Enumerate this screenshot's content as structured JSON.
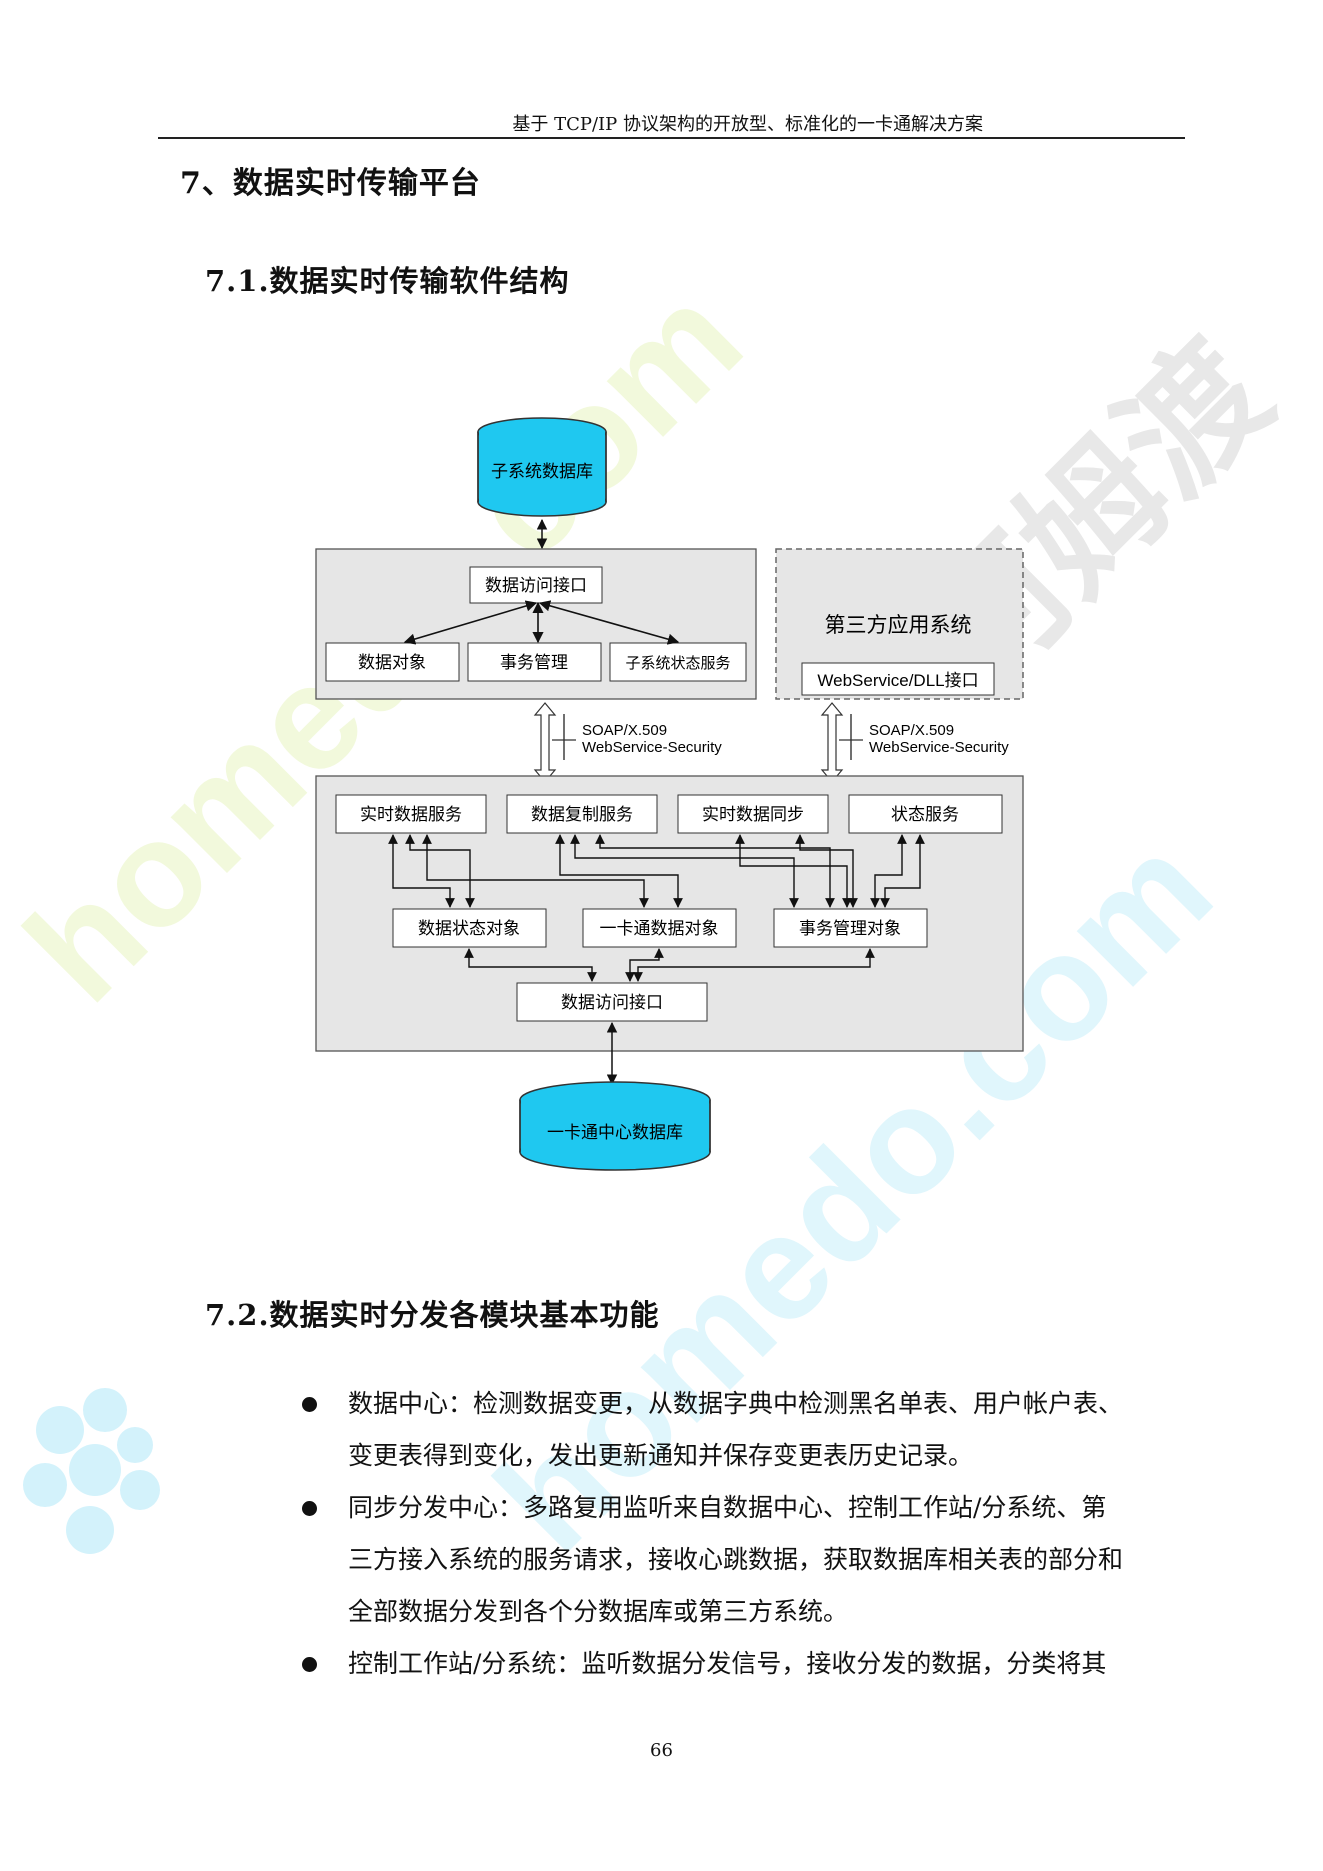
{
  "header": {
    "title": "基于 TCP/IP 协议架构的开放型、标准化的一卡通解决方案"
  },
  "section": {
    "title": "7、数据实时传输平台"
  },
  "subsection1": {
    "title": "7.1.数据实时传输软件结构"
  },
  "diagram": {
    "subsystem_db": "子系统数据库",
    "data_access_top": "数据访问接口",
    "data_object": "数据对象",
    "transaction_mgmt": "事务管理",
    "subsystem_status_service": "子系统状态服务",
    "third_party_title": "第三方应用系统",
    "third_party_interface": "WebService/DLL接口",
    "protocol_left_1": "SOAP/X.509",
    "protocol_left_2": "WebService-Security",
    "protocol_right_1": "SOAP/X.509",
    "protocol_right_2": "WebService-Security",
    "realtime_data_service": "实时数据服务",
    "data_replication_service": "数据复制服务",
    "realtime_data_sync": "实时数据同步",
    "status_service": "状态服务",
    "data_status_object": "数据状态对象",
    "card_data_object": "一卡通数据对象",
    "transaction_mgmt_object": "事务管理对象",
    "data_access_bottom": "数据访问接口",
    "center_db": "一卡通中心数据库",
    "colors": {
      "db_fill": "#1fc8f0",
      "panel_fill": "#e6e6e6"
    }
  },
  "subsection2": {
    "title": "7.2.数据实时分发各模块基本功能"
  },
  "bullets": [
    {
      "line1": "数据中心：检测数据变更，从数据字典中检测黑名单表、用户帐户表、",
      "line2": "变更表得到变化，发出更新通知并保存变更表历史记录。"
    },
    {
      "line1": "同步分发中心：多路复用监听来自数据中心、控制工作站/分系统、第",
      "line2": "三方接入系统的服务请求，接收心跳数据，获取数据库相关表的部分和",
      "line3": "全部数据分发到各个分数据库或第三方系统。"
    },
    {
      "line1": "控制工作站/分系统：监听数据分发信号，接收分发的数据，分类将其"
    }
  ],
  "footer": {
    "page_number": "66"
  },
  "watermark": {
    "text1": "homedo.com",
    "text2": "河姆渡",
    "text3": "homedo.com"
  }
}
